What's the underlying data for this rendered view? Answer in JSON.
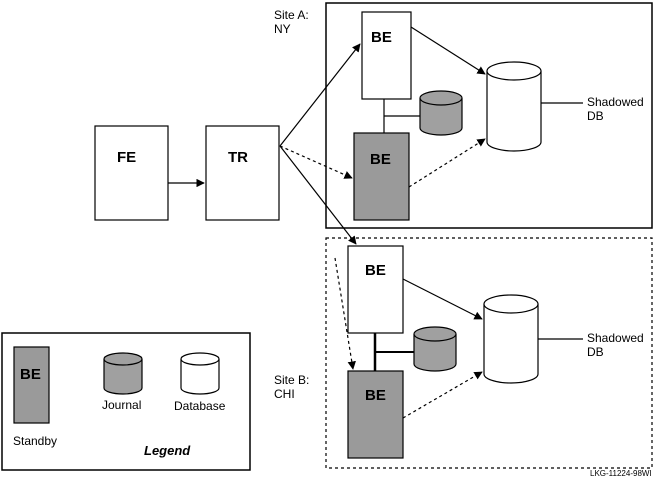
{
  "nodes": {
    "fe": {
      "label": "FE"
    },
    "tr": {
      "label": "TR"
    },
    "site_a_be_primary": {
      "label": "BE"
    },
    "site_a_be_standby": {
      "label": "BE"
    },
    "site_b_be_primary": {
      "label": "BE"
    },
    "site_b_be_standby": {
      "label": "BE"
    }
  },
  "sites": {
    "a": {
      "line1": "Site A:",
      "line2": "NY",
      "db_line1": "Shadowed",
      "db_line2": "DB"
    },
    "b": {
      "line1": "Site B:",
      "line2": "CHI",
      "db_line1": "Shadowed",
      "db_line2": "DB"
    }
  },
  "legend": {
    "title": "Legend",
    "standby_box_label": "BE",
    "standby_caption": "Standby",
    "journal_caption": "Journal",
    "database_caption": "Database"
  },
  "figure_id": "LKG-11224-98WI",
  "colors": {
    "standby_fill": "#9a9a9a",
    "journal_fill": "#a0a0a0",
    "line": "#000000",
    "background": "#ffffff"
  }
}
